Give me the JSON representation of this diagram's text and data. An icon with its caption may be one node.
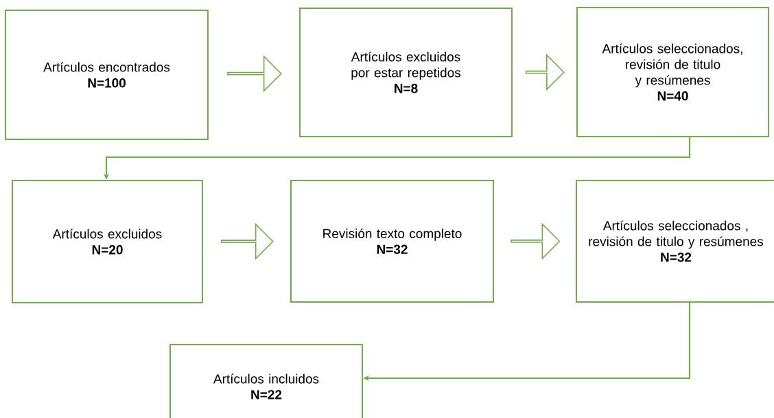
{
  "diagram": {
    "nodes": [
      {
        "text": [
          "Artículos encontrados",
          "N=100"
        ]
      },
      {
        "text": [
          "Artículos excluidos por estar repetidos",
          "N=8"
        ]
      },
      {
        "text": [
          "Artículos seleccionados, revisión de titulo y resúmenes",
          "N=40"
        ]
      },
      {
        "text": [
          "Artículos excluidos",
          "N=20"
        ]
      },
      {
        "text": [
          "Revisión texto completo",
          "N=32"
        ]
      },
      {
        "text": [
          "Artículos seleccionados , revisión de titulo y resúmenes",
          "N=32"
        ]
      },
      {
        "text": [
          "Artículos incluidos",
          "N=22"
        ]
      }
    ],
    "edges": [
      {
        "from": 0,
        "to": 1,
        "arrow": "to",
        "style": "thick"
      },
      {
        "from": 1,
        "to": 2,
        "arrow": "to",
        "style": "thick"
      },
      {
        "from": 2,
        "to": 3,
        "arrow": "to"
      },
      {
        "from": 3,
        "to": 4,
        "arrow": "to",
        "style": "thick"
      },
      {
        "from": 4,
        "to": 5,
        "arrow": "to",
        "style": "thick"
      },
      {
        "from": 5,
        "to": 6,
        "arrow": "to"
      }
    ]
  }
}
